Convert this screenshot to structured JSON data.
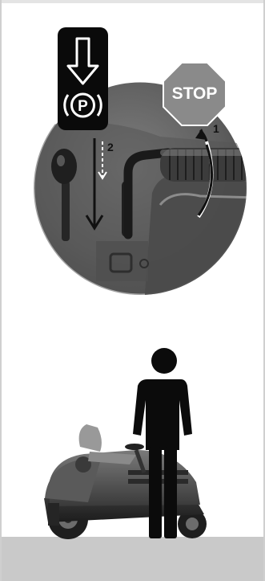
{
  "illustration": {
    "park_sign_label": "P",
    "stop_sign_label": "STOP",
    "step_1_label": "1",
    "step_2_label": "2",
    "icons": {
      "park": "park-brake-icon",
      "stop": "stop-sign-icon",
      "person": "person-icon",
      "mower": "riding-mower-icon"
    },
    "colors": {
      "stop_sign": "#8a8a8a",
      "park_sign_bg": "#0a0a0a",
      "ground": "#c9c9c9",
      "person": "#0b0b0b"
    }
  }
}
